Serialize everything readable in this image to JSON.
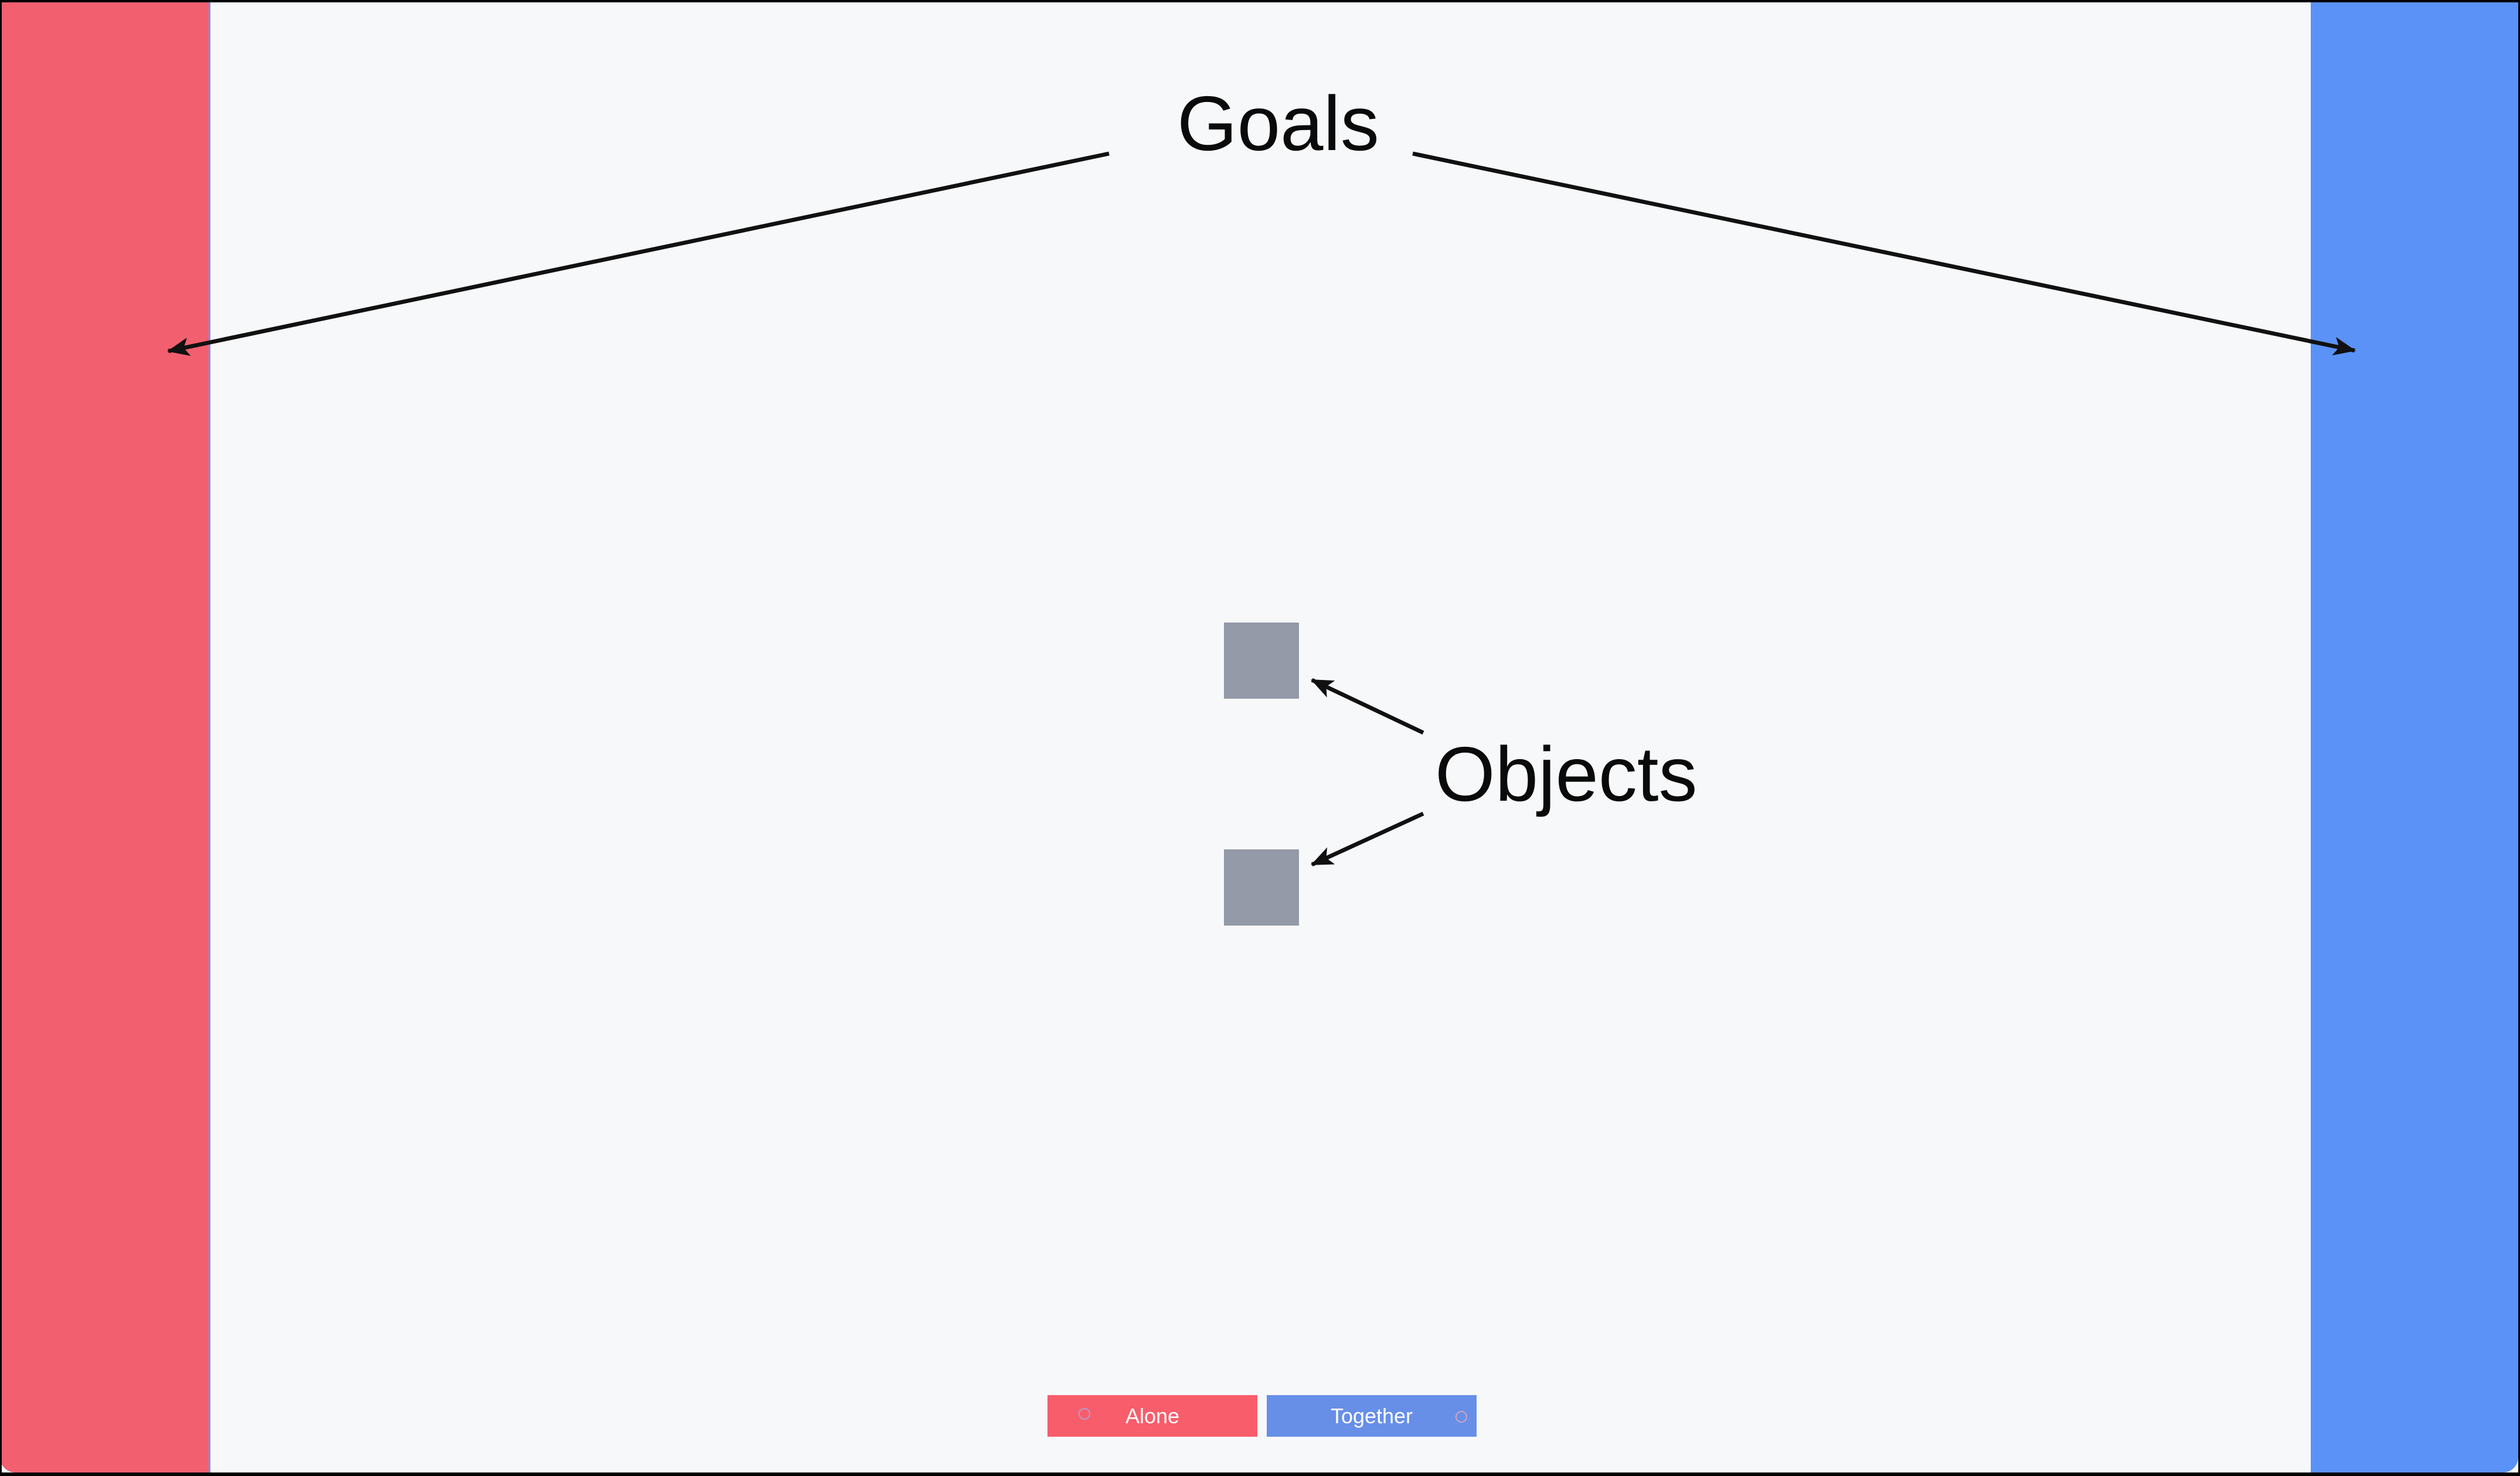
{
  "labels": {
    "goals": "Goals",
    "objects": "Objects"
  },
  "goals": {
    "left": "red goal zone",
    "right": "blue goal zone"
  },
  "objects": {
    "count": 2,
    "shape": "square"
  },
  "buttons": {
    "alone": {
      "label": "Alone"
    },
    "together": {
      "label": "Together"
    }
  },
  "colors": {
    "background": "#f7f8fa",
    "frame_black": "#000000",
    "goal_red": "#f25f6e",
    "goal_red_edge": "#6d95f3",
    "goal_blue": "#5b92f8",
    "object_gray": "#949aa8",
    "label_text": "#0a0a0a",
    "arrow": "#111111",
    "button_alone_bg": "#f85d6b",
    "button_together_bg": "#678fe8",
    "button_text": "#ffffff",
    "ring_alone": "#9fb0f0",
    "ring_together": "#f3a9b6"
  }
}
